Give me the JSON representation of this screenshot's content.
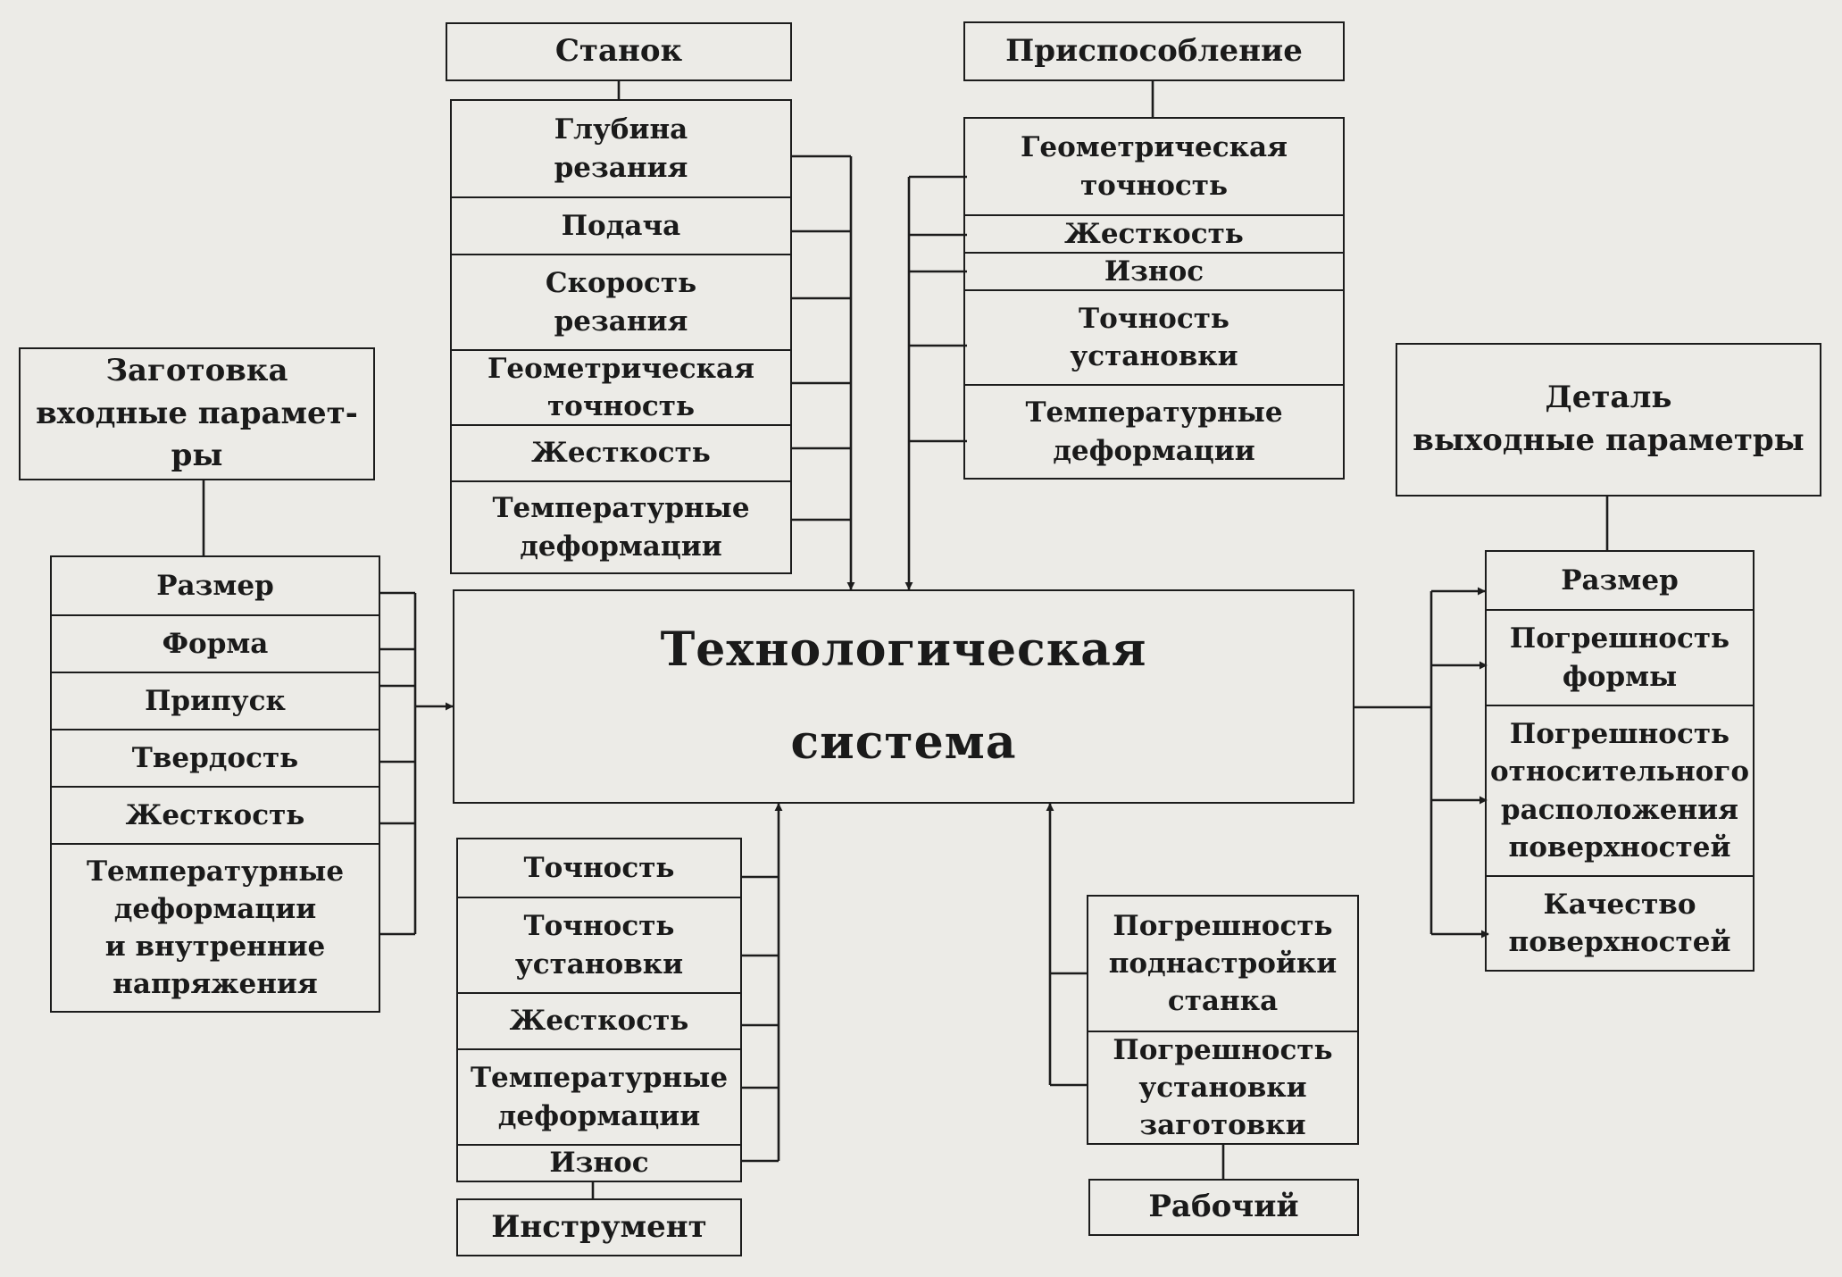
{
  "nodes": {
    "stanok": "Станок",
    "prisposoblenie": "Приспособление",
    "zagotovka": "Заготовка\nвходные парамет-\nры",
    "detal": "Деталь\nвыходные параметры",
    "tech_system": "Технологическая\nсистема",
    "instrument": "Инструмент",
    "rabochiy": "Рабочий"
  },
  "lists": {
    "stanok": [
      "Глубина\nрезания",
      "Подача",
      "Скорость\nрезания",
      "Геометрическая\nточность",
      "Жесткость",
      "Температурные\nдеформации"
    ],
    "prisposoblenie": [
      "Геометрическая\nточность",
      "Жесткость",
      "Износ",
      "Точность\nустановки",
      "Температурные\nдеформации"
    ],
    "zagotovka": [
      "Размер",
      "Форма",
      "Припуск",
      "Твердость",
      "Жесткость",
      "Температурные\nдеформации\nи внутренние\nнапряжения"
    ],
    "instrument": [
      "Точность",
      "Точность\nустановки",
      "Жесткость",
      "Температурные\nдеформации",
      "Износ"
    ],
    "rabochiy": [
      "Погрешность\nподнастройки\nстанка",
      "Погрешность\nустановки\nзаготовки"
    ],
    "detal": [
      "Размер",
      "Погрешность\nформы",
      "Погрешность\nотносительного\nрасположения\nповерхностей",
      "Качество\nповерхностей"
    ]
  },
  "colors": {
    "ink": "#1c1c1c",
    "paper": "#ecebe7"
  }
}
